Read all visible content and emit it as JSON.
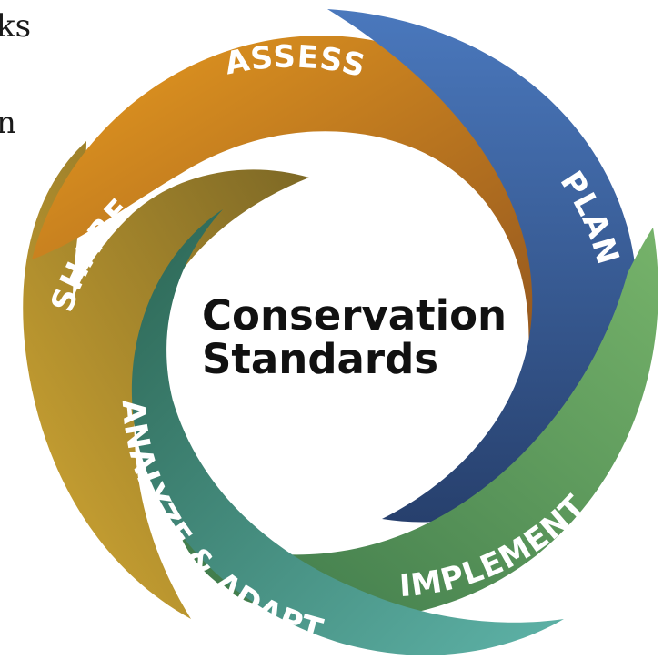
{
  "background_text": [
    "ks",
    "n"
  ],
  "center_title": {
    "line1": "Conservation",
    "line2": "Standards"
  },
  "stages": [
    {
      "id": "assess",
      "label": "ASSESS",
      "color_start": "#e79a1f",
      "color_end": "#96561e"
    },
    {
      "id": "plan",
      "label": "PLAN",
      "color_start": "#4a76bb",
      "color_end": "#28406e"
    },
    {
      "id": "implement",
      "label": "IMPLEMENT",
      "color_start": "#72b066",
      "color_end": "#3f7a4b"
    },
    {
      "id": "analyze-adapt",
      "label": "ANALYZE & ADAPT",
      "color_start": "#5ab1a6",
      "color_end": "#2d6957"
    },
    {
      "id": "share",
      "label": "SHARE",
      "color_start": "#cfa531",
      "color_end": "#7f6b25"
    }
  ]
}
